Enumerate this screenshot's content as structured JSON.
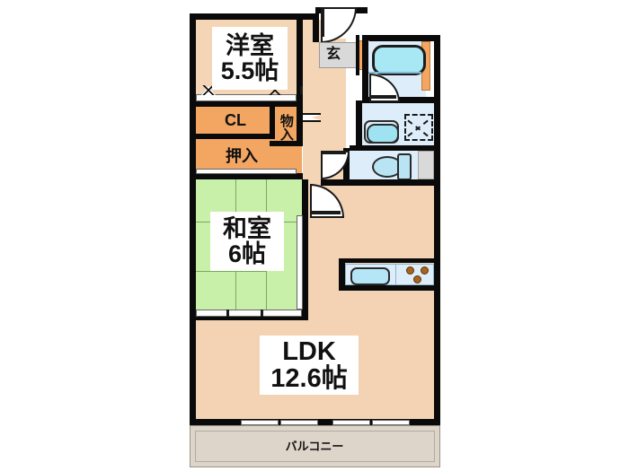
{
  "plan": {
    "type": "japanese-apartment-floorplan",
    "layout_code": "2LDK",
    "background_color": "#ffffff",
    "wall_color": "#0a0a0a",
    "colors": {
      "floor_peach": "#f4d5b6",
      "ldk_peach": "#f3d3b4",
      "tatami_green": "#c9f0a9",
      "closet_orange": "#f2a662",
      "wet_area_blue": "#ddeefa",
      "tub_blue": "#a8e8f5",
      "genkan_gray": "#d9d9d9",
      "balcony_beige": "#ded5ca"
    }
  },
  "rooms": {
    "western_room": {
      "name": "洋室",
      "size": "5.5帖",
      "label": "洋室\n5.5帖"
    },
    "japanese_room": {
      "name": "和室",
      "size": "6帖",
      "label": "和室\n6帖"
    },
    "ldk": {
      "name": "LDK",
      "size": "12.6帖",
      "label": "LDK\n12.6帖"
    },
    "balcony": {
      "name": "バルコニー"
    },
    "entrance": {
      "name": "玄"
    }
  },
  "storage": [
    {
      "id": "cl",
      "label": "CL",
      "orientation": "horizontal"
    },
    {
      "id": "oshiire",
      "label": "押入",
      "orientation": "horizontal"
    },
    {
      "id": "monoire",
      "label": "物入",
      "orientation": "vertical"
    }
  ],
  "fixtures": [
    {
      "id": "bathtub",
      "name": "bathtub-icon"
    },
    {
      "id": "washbasin",
      "name": "washbasin-icon"
    },
    {
      "id": "washer-space",
      "name": "washing-machine-space-icon"
    },
    {
      "id": "toilet",
      "name": "toilet-icon"
    },
    {
      "id": "kitchen-sink",
      "name": "kitchen-sink-icon"
    },
    {
      "id": "gas-stove",
      "name": "gas-stove-icon",
      "burners": 3
    }
  ],
  "doors": [
    {
      "id": "entrance-door",
      "type": "hinged"
    },
    {
      "id": "western-room-door",
      "type": "hinged"
    },
    {
      "id": "bathroom-door",
      "type": "hinged"
    },
    {
      "id": "toilet-door",
      "type": "hinged"
    },
    {
      "id": "japanese-room-door",
      "type": "hinged"
    },
    {
      "id": "ldk-hall-door",
      "type": "hinged"
    }
  ]
}
